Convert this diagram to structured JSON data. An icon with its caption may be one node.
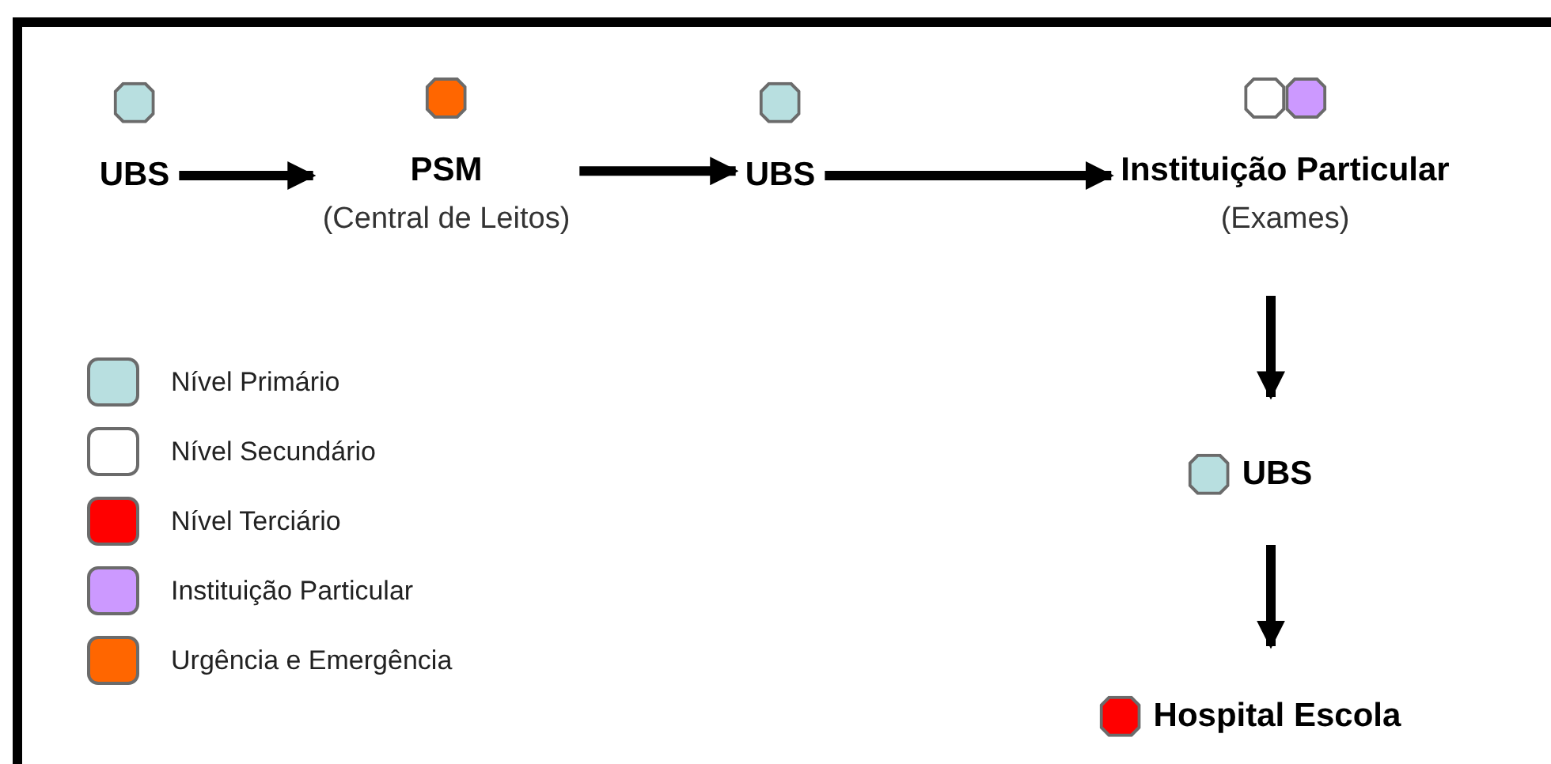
{
  "diagram": {
    "nodes": [
      {
        "text": [
          "UBS"
        ]
      },
      {
        "text": [
          "PSM",
          "(Central de Leitos)"
        ]
      },
      {
        "text": [
          "UBS"
        ]
      },
      {
        "text": [
          "Instituição Particular",
          "(Exames)"
        ]
      },
      {
        "text": [
          "UBS"
        ]
      },
      {
        "text": [
          "Hospital Escola"
        ]
      }
    ],
    "edges": [
      {
        "from": 0,
        "to": 1,
        "arrow": "to"
      },
      {
        "from": 1,
        "to": 2,
        "arrow": "to"
      },
      {
        "from": 2,
        "to": 3,
        "arrow": "to"
      },
      {
        "from": 3,
        "to": 4,
        "arrow": "to"
      },
      {
        "from": 4,
        "to": 5,
        "arrow": "to"
      }
    ],
    "legend": [
      {
        "text": "Nível Primário",
        "color": "#b8dfe0"
      },
      {
        "text": "Nível Secundário",
        "color": "#ffffff"
      },
      {
        "text": "Nível Terciário",
        "color": "#ff0000"
      },
      {
        "text": "Instituição Particular",
        "color": "#cc99ff"
      },
      {
        "text": "Urgência e Emergência",
        "color": "#ff6600"
      }
    ]
  }
}
